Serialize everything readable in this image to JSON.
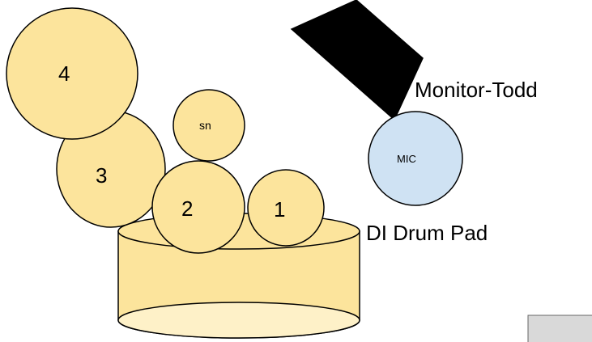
{
  "colors": {
    "background": "#ffffff",
    "drum_fill": "#fce49c",
    "drum_bottom_fill": "#fef1c8",
    "mic_fill": "#cfe2f3",
    "stroke": "#000000",
    "monitor_fill": "#000000",
    "box_fill": "#d9d9d9",
    "box_stroke": "#666666"
  },
  "drums": {
    "tom4": "4",
    "tom3": "3",
    "snare": "sn",
    "tom2": "2",
    "tom1": "1"
  },
  "mic": {
    "label": "MIC"
  },
  "monitor": {
    "label": "Monitor-Todd"
  },
  "di": {
    "label": "DI Drum Pad"
  }
}
